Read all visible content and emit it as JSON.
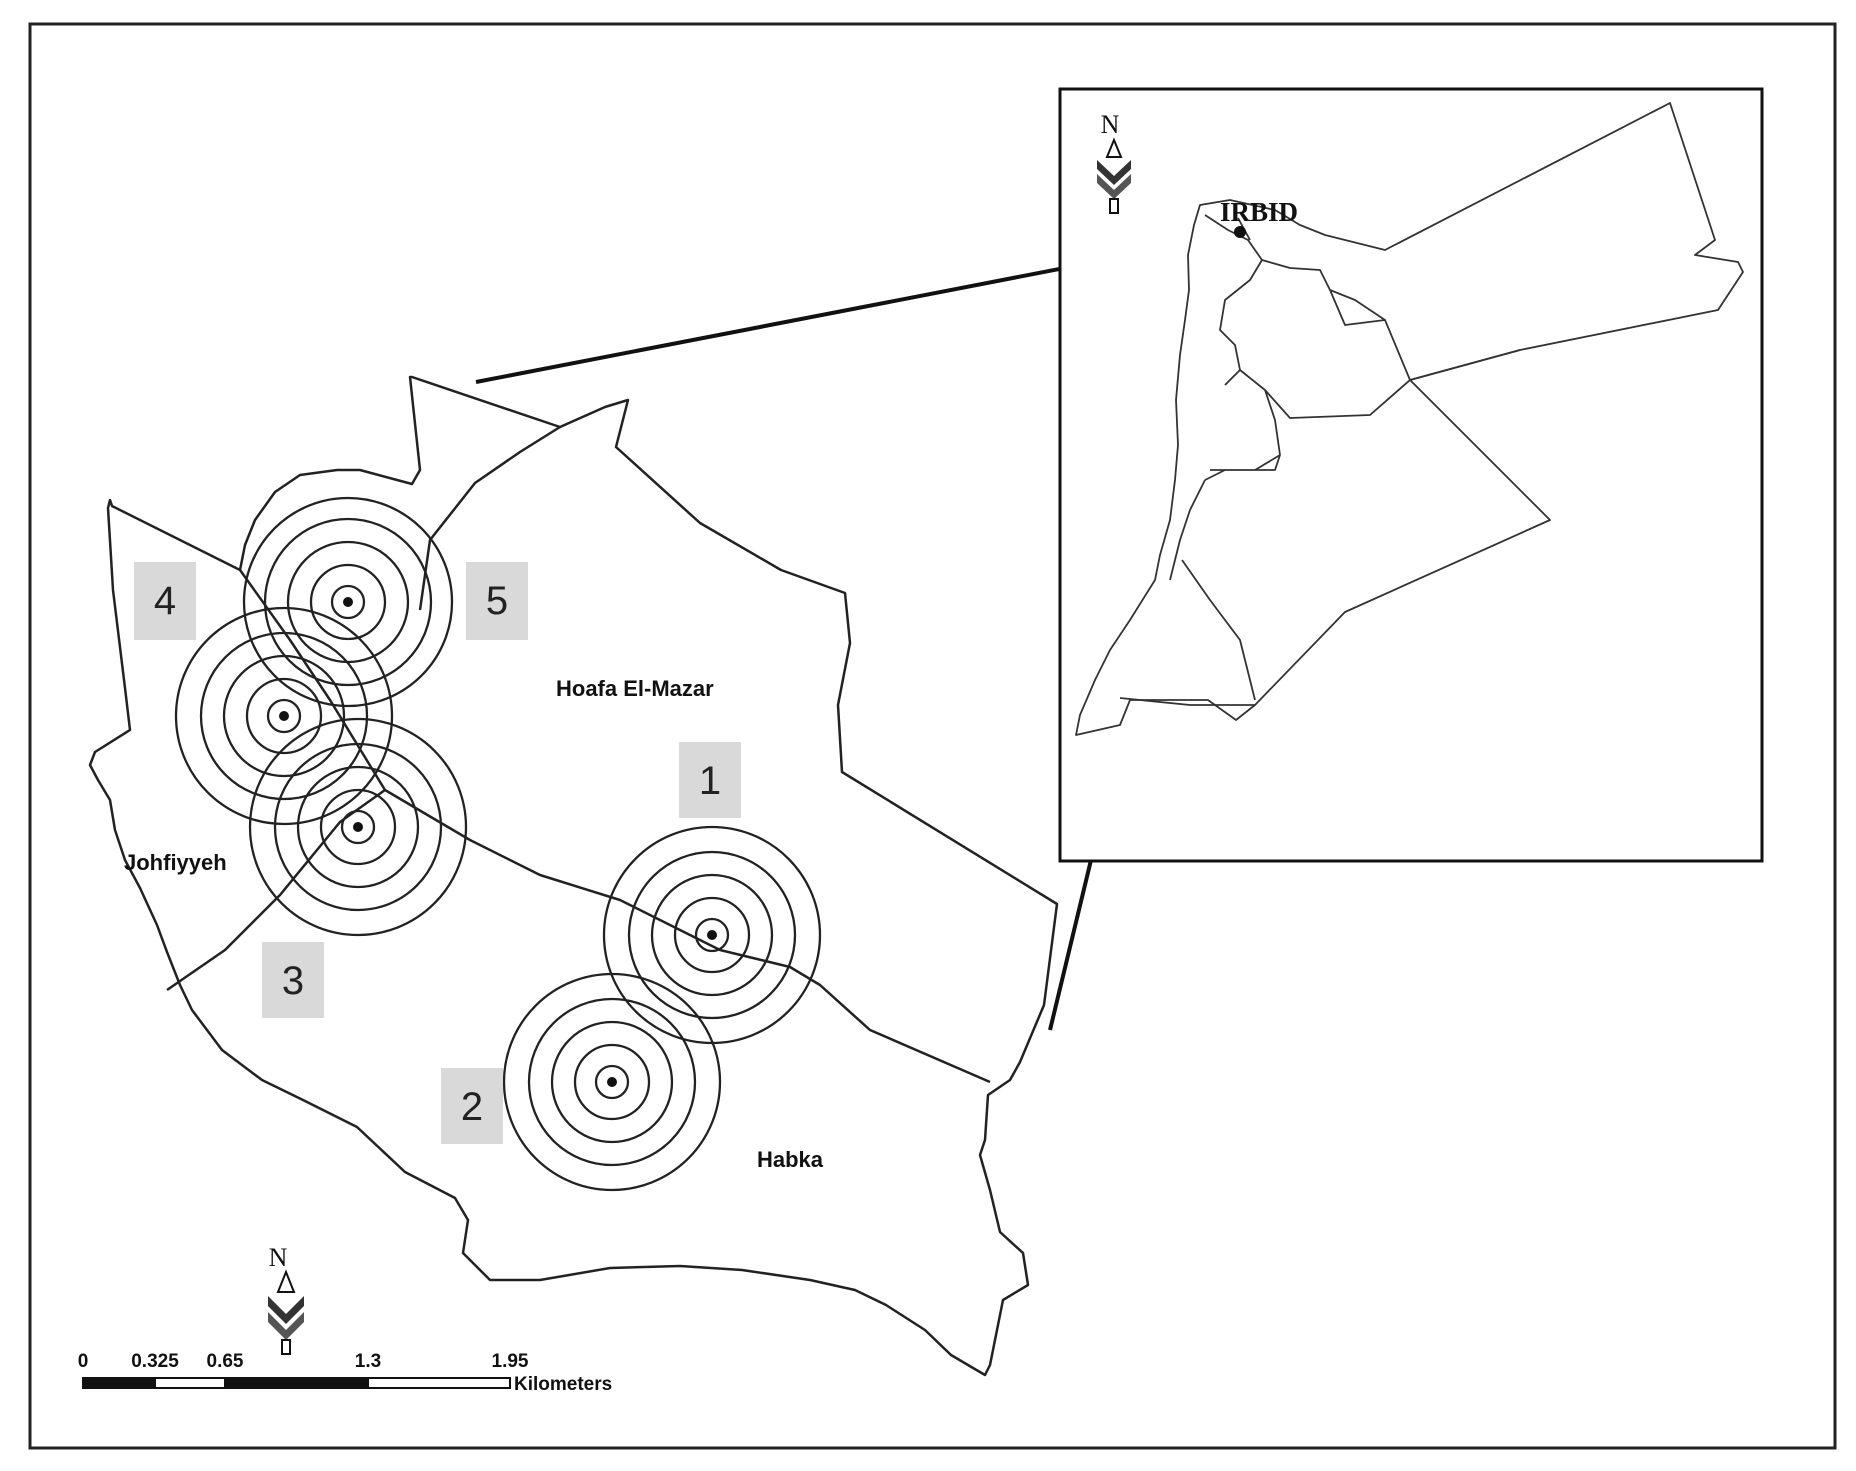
{
  "map": {
    "regions": {
      "hoafa": "Hoafa El-Mazar",
      "johfiyyeh": "Johfiyyeh",
      "habka": "Habka"
    },
    "sites": [
      "1",
      "2",
      "3",
      "4",
      "5"
    ],
    "north_label": "N",
    "scale_bar": {
      "ticks": [
        "0",
        "0.325",
        "0.65",
        "1.3",
        "1.95"
      ],
      "unit": "Kilometers"
    },
    "inset": {
      "city_label": "IRBID",
      "north_label": "N"
    }
  }
}
